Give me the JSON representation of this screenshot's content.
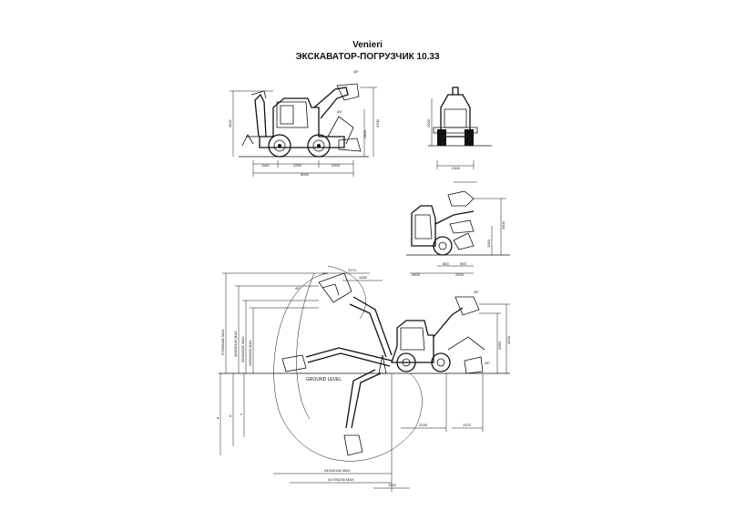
{
  "header": {
    "brand": "Venieri",
    "model_title": "ЭКСКАВАТОР-ПОГРУЗЧИК 10.33"
  },
  "side_view": {
    "height_left": "2847",
    "height_right_1": "2800",
    "height_right_2": "3700",
    "dim_front": "1160",
    "dim_wheelbase": "2250",
    "dim_rear": "2000",
    "dim_total": "5900",
    "angle_top": "45°",
    "angle_mid": "45°"
  },
  "front_view": {
    "height": "2000",
    "width": "2300"
  },
  "loader_view": {
    "height_1": "3400",
    "height_2": "1000",
    "dim_reach": "2400",
    "dim_left": "2600",
    "dim_small": "800",
    "dim_bucket": "900"
  },
  "excavator_view": {
    "ground_label": "GROUND LEVEL",
    "top_dim_1": "3174",
    "top_dim_2": "1460",
    "vert_label_1": "5790/6480 MAX",
    "vert_label_2": "4580/5440 MAX",
    "vert_label_3": "3500/4450 MAX",
    "vert_label_4": "3450/4300 MAX",
    "depth_a": "a",
    "depth_b": "b",
    "depth_c": "c",
    "bottom_dim_1": "5420/6140 MAX",
    "bottom_dim_2": "4470/5230 MAX",
    "bottom_dim_3": "1300",
    "mid_dim_1": "2200",
    "mid_dim_2": "1370",
    "right_dim_1": "4200",
    "right_dim_2": "3350",
    "angle_1": "45°",
    "angle_2": "45°",
    "angle_3": "45°"
  }
}
